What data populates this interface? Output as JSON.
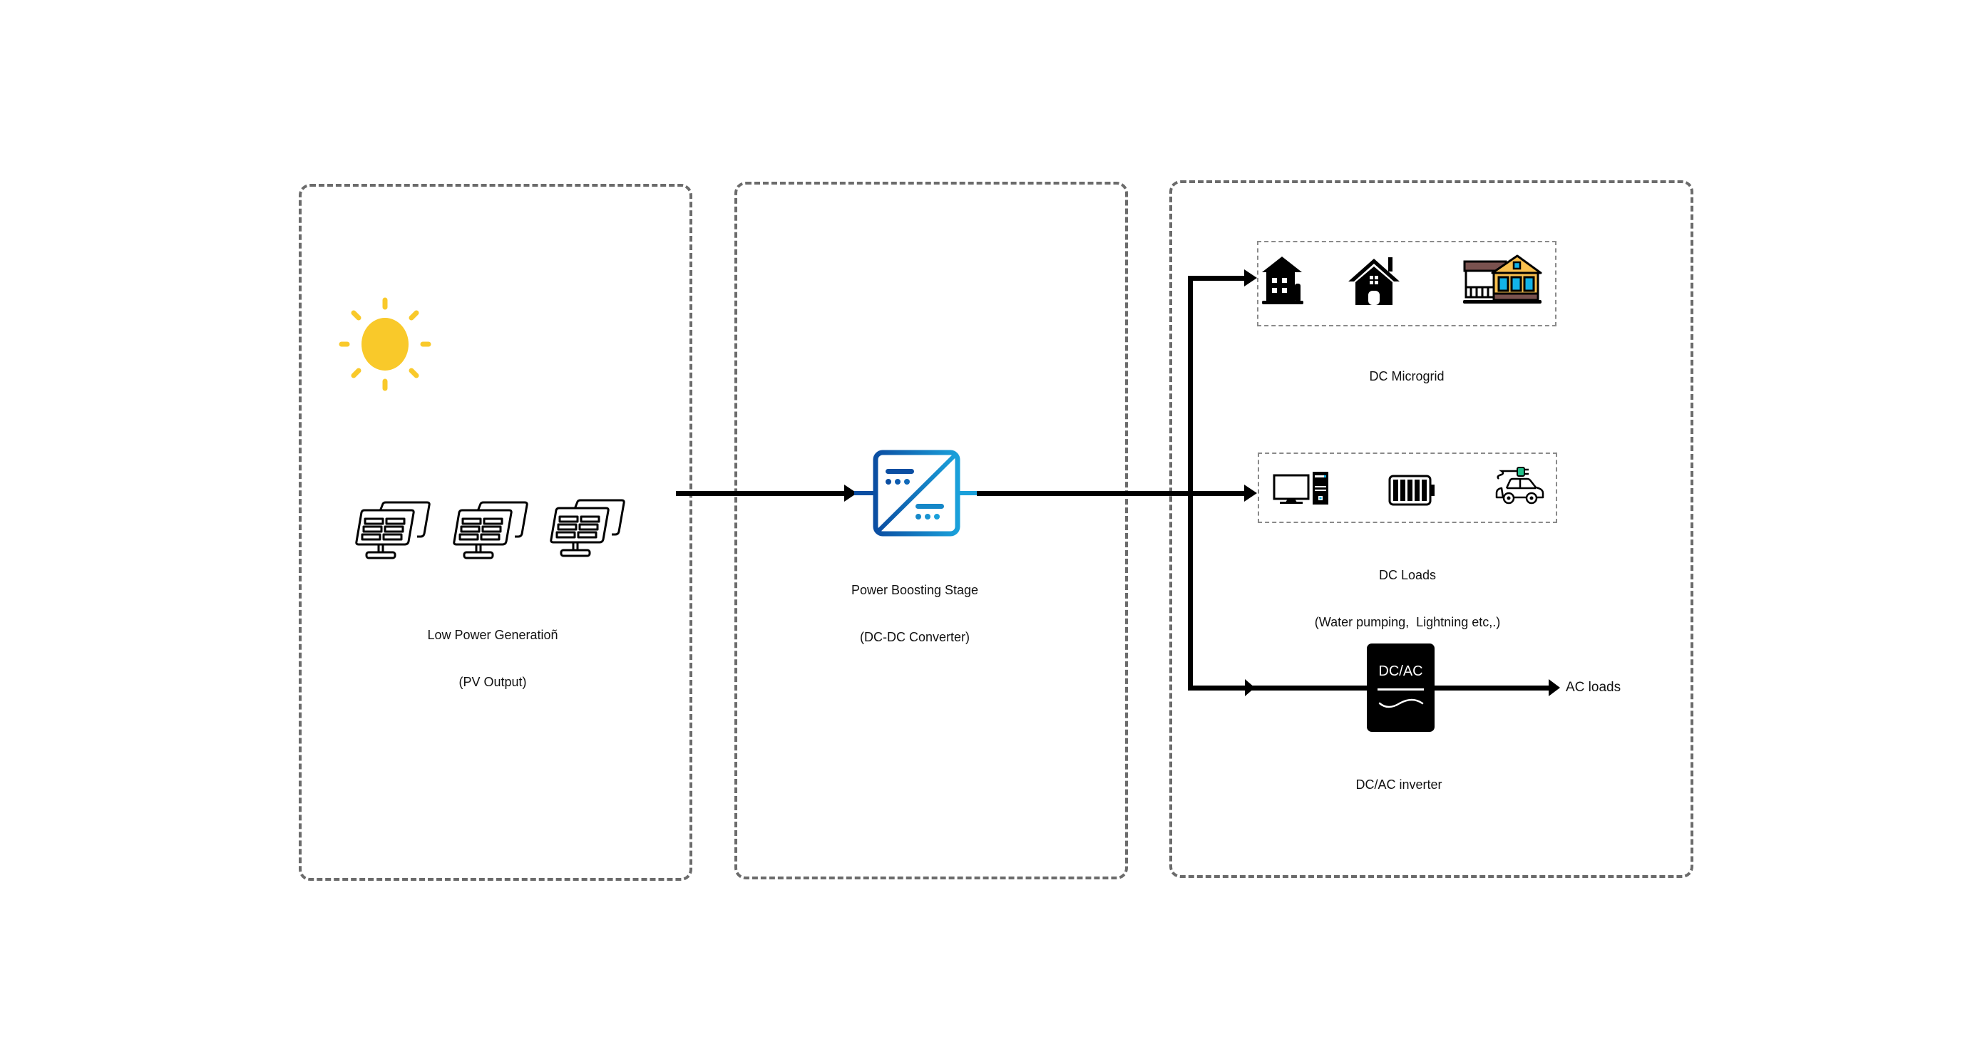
{
  "diagram": {
    "stages": [
      {
        "id": "generation",
        "label_line1": "Low Power Generatioñ",
        "label_line2": "(PV Output)",
        "icons": [
          "sun-icon",
          "solar-panel-icon",
          "solar-panel-icon",
          "solar-panel-icon"
        ]
      },
      {
        "id": "boosting",
        "label_line1": "Power Boosting Stage",
        "label_line2": "(DC-DC Converter)",
        "icons": [
          "dc-dc-converter-icon"
        ]
      },
      {
        "id": "distribution",
        "branches": [
          {
            "id": "dc-microgrid",
            "label_line1": "DC Microgrid",
            "icons": [
              "apartment-building-icon",
              "house-icon",
              "colored-house-icon"
            ]
          },
          {
            "id": "dc-loads",
            "label_line1": "DC Loads",
            "label_line2": "(Water pumping,  Lightning etc,.)",
            "icons": [
              "desktop-computer-icon",
              "battery-icon",
              "electric-car-icon"
            ]
          },
          {
            "id": "ac-branch",
            "inverter_text": "DC/AC",
            "inverter_label": "DC/AC inverter",
            "output_label": "AC loads",
            "icons": [
              "dc-ac-inverter-icon"
            ]
          }
        ]
      }
    ],
    "colors": {
      "sun": "#F9C92A",
      "converter_dark": "#0B4EA2",
      "converter_light": "#1AA0DA",
      "house_wall": "#F9C04E",
      "house_roof": "#7A524F",
      "window": "#12B3E8",
      "plug": "#23C08A",
      "dashed_border": "#6B6B6B",
      "wire": "#000000"
    }
  }
}
